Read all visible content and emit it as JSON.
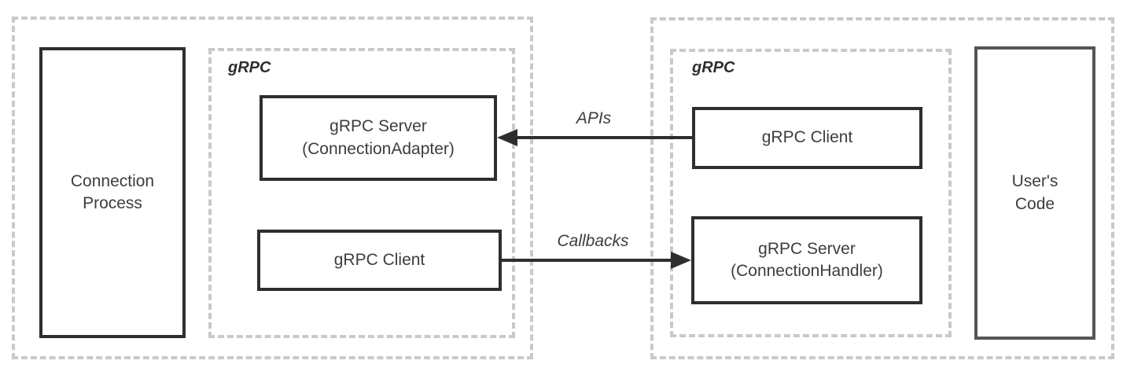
{
  "colors": {
    "background": "#ffffff",
    "solid_border": "#2e2e2e",
    "users_code_border": "#555555",
    "dashed_border": "#c9c9c9",
    "text": "#3d3d3d",
    "arrow": "#2e2e2e"
  },
  "left_group": {
    "process_box": {
      "line1": "Connection",
      "line2": "Process"
    },
    "grpc_label": "gRPC",
    "server_box": {
      "line1": "gRPC Server",
      "line2": "(ConnectionAdapter)"
    },
    "client_box_label": "gRPC Client"
  },
  "right_group": {
    "grpc_label": "gRPC",
    "client_box_label": "gRPC Client",
    "server_box": {
      "line1": "gRPC Server",
      "line2": "(ConnectionHandler)"
    },
    "users_code_box": {
      "line1": "User's",
      "line2": "Code"
    }
  },
  "arrows": {
    "apis": {
      "label": "APIs",
      "direction": "right-to-left"
    },
    "callbacks": {
      "label": "Callbacks",
      "direction": "left-to-right"
    }
  }
}
